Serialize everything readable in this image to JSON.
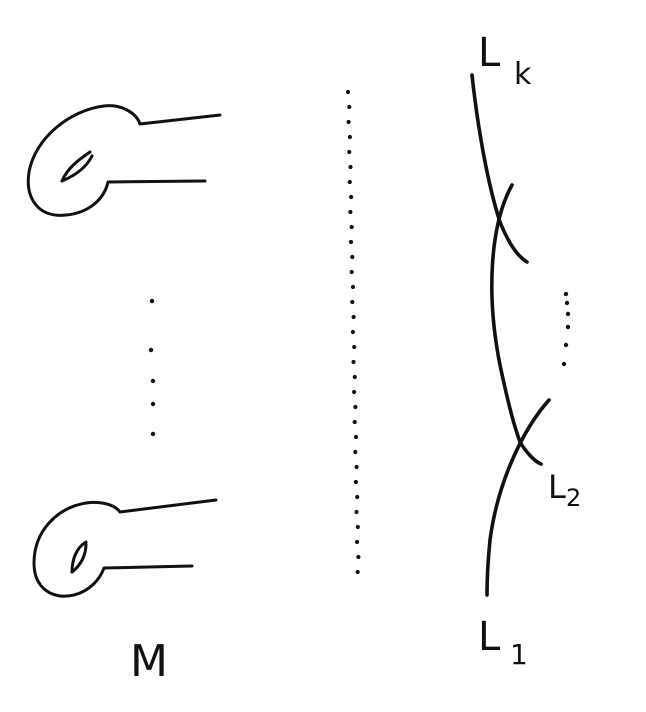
{
  "labels": {
    "left_part": "M",
    "strand_top": "L",
    "strand_top_subscript": "k",
    "strand_middle": "L",
    "strand_middle_subscript": "2",
    "strand_bottom": "L",
    "strand_bottom_subscript": "1"
  },
  "colors": {
    "ink": "#111111",
    "background": "#ffffff"
  }
}
